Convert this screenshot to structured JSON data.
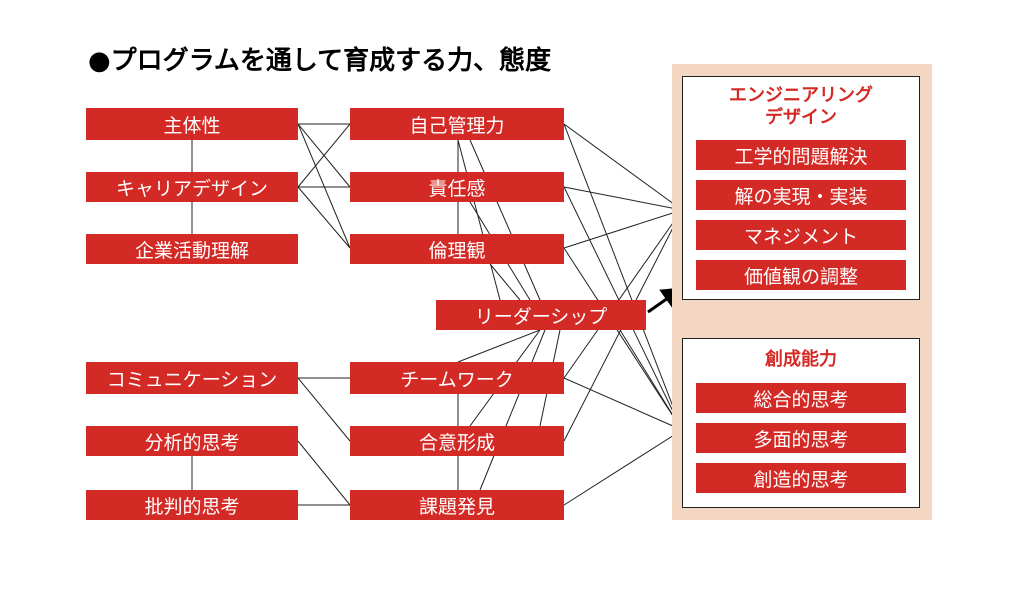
{
  "title": "●プログラムを通して育成する力、態度",
  "left_top": [
    "主体性",
    "キャリアデザイン",
    "企業活動理解"
  ],
  "left_bottom": [
    "コミュニケーション",
    "分析的思考",
    "批判的思考"
  ],
  "middle_top": [
    "自己管理力",
    "責任感",
    "倫理観"
  ],
  "center": "リーダーシップ",
  "middle_bottom": [
    "チームワーク",
    "合意形成",
    "課題発見"
  ],
  "panel1": {
    "heading_line1": "エンジニアリング",
    "heading_line2": "デザイン",
    "items": [
      "工学的問題解決",
      "解の実現・実装",
      "マネジメント",
      "価値観の調整"
    ]
  },
  "panel2": {
    "heading": "創成能力",
    "items": [
      "総合的思考",
      "多面的思考",
      "創造的思考"
    ]
  }
}
